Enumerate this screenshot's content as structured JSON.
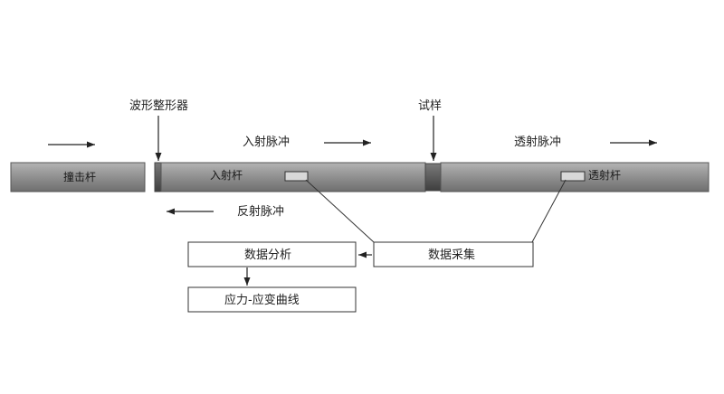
{
  "labels": {
    "pulse_shaper": "波形整形器",
    "specimen": "试样",
    "incident_pulse": "入射脉冲",
    "transmitted_pulse": "透射脉冲",
    "reflected_pulse": "反射脉冲"
  },
  "bars": {
    "striker": "撞击杆",
    "incident": "入射杆",
    "transmission": "透射杆"
  },
  "boxes": {
    "acquisition": "数据采集",
    "analysis": "数据分析",
    "curve": "应力-应变曲线"
  },
  "colors": {
    "bar_fill": "#8c8c8c",
    "bar_edge": "#555555",
    "line": "#333333"
  }
}
